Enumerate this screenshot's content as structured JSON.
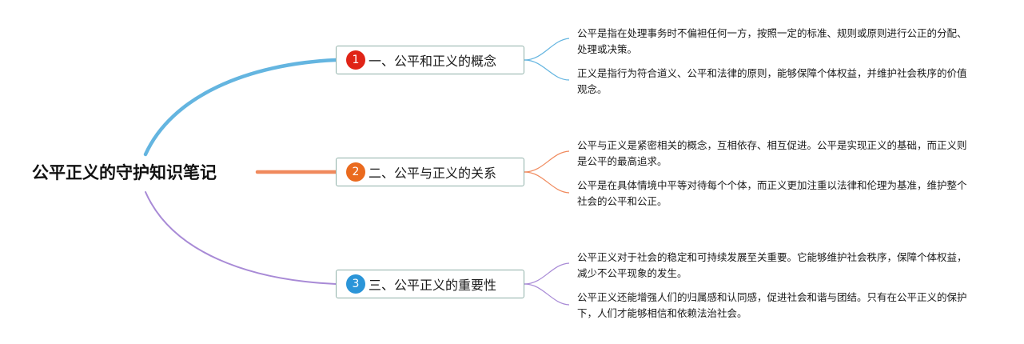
{
  "root": {
    "title": "公平正义的守护知识笔记"
  },
  "colors": {
    "branch_1": "#e02417",
    "branch_2": "#ea6a1e",
    "branch_3": "#2b95d8",
    "connector_1": "#64b5e0",
    "connector_2": "#f08a5d",
    "connector_3": "#a88ad6"
  },
  "branches": [
    {
      "number": "1",
      "label": "一、公平和正义的概念",
      "details": [
        "公平是指在处理事务时不偏袒任何一方，按照一定的标准、规则或原则进行公正的分配、处理或决策。",
        "正义是指行为符合道义、公平和法律的原则，能够保障个体权益，并维护社会秩序的价值观念。"
      ]
    },
    {
      "number": "2",
      "label": "二、公平与正义的关系",
      "details": [
        "公平与正义是紧密相关的概念，互相依存、相互促进。公平是实现正义的基础，而正义则是公平的最高追求。",
        "公平是在具体情境中平等对待每个个体，而正义更加注重以法律和伦理为基准，维护整个社会的公平和公正。"
      ]
    },
    {
      "number": "3",
      "label": "三、公平正义的重要性",
      "details": [
        "公平正义对于社会的稳定和可持续发展至关重要。它能够维护社会秩序，保障个体权益，减少不公平现象的发生。",
        "公平正义还能增强人们的归属感和认同感，促进社会和谐与团结。只有在公平正义的保护下，人们才能够相信和依赖法治社会。"
      ]
    }
  ]
}
